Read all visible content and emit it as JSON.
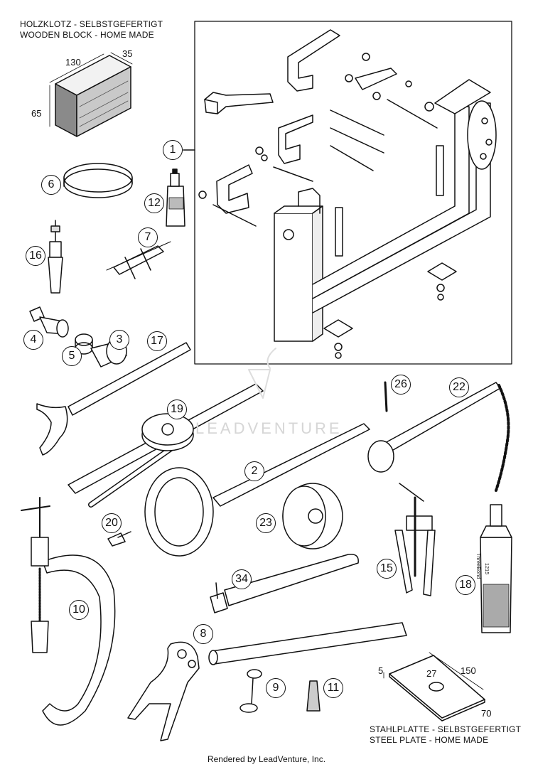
{
  "header": {
    "line1": "HOLZKLOTZ - SELBSTGEFERTIGT",
    "line2": "WOODEN BLOCK - HOME MADE"
  },
  "wooden_block_dims": {
    "length": "130",
    "width": "35",
    "height": "65"
  },
  "steel_plate": {
    "line1": "STAHLPLATTE - SELBSTGEFERTIGT",
    "line2": "STEEL PLATE - HOME MADE",
    "dims": {
      "length": "150",
      "hole": "27",
      "thickness": "5",
      "width": "70"
    }
  },
  "callouts": {
    "c1": "1",
    "c2": "2",
    "c3": "3",
    "c4": "4",
    "c5": "5",
    "c6": "6",
    "c7": "7",
    "c8": "8",
    "c9": "9",
    "c10": "10",
    "c11": "11",
    "c12": "12",
    "c15": "15",
    "c16": "16",
    "c17": "17",
    "c18": "18",
    "c19": "19",
    "c20": "20",
    "c22": "22",
    "c23": "23",
    "c26": "26",
    "c34": "34"
  },
  "tube_label": {
    "brand": "ThreeBond",
    "number": "1215"
  },
  "watermark": "LEADVENTURE",
  "footer": "Rendered by LeadVenture, Inc."
}
